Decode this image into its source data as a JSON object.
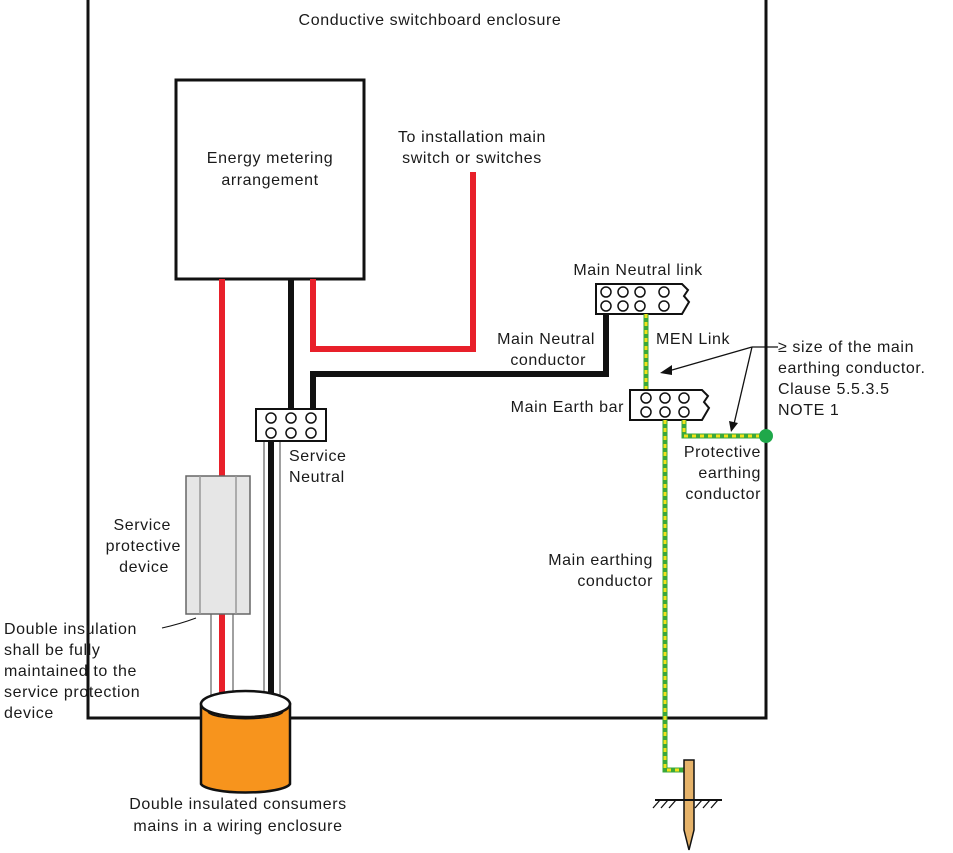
{
  "labels": {
    "enclosure": "Conductive switchboard enclosure",
    "metering_line1": "Energy metering",
    "metering_line2": "arrangement",
    "to_main_line1": "To installation main",
    "to_main_line2": "switch or switches",
    "main_neutral_link": "Main Neutral link",
    "main_neutral_conductor_line1": "Main Neutral",
    "main_neutral_conductor_line2": "conductor",
    "men_link": "MEN Link",
    "size_note_line1": "≥ size of the main",
    "size_note_line2": "earthing conductor.",
    "size_note_line3": "Clause 5.5.3.5",
    "size_note_line4": "NOTE 1",
    "main_earth_bar": "Main Earth bar",
    "service_neutral_line1": "Service",
    "service_neutral_line2": "Neutral",
    "protective_line1": "Protective",
    "protective_line2": "earthing",
    "protective_line3": "conductor",
    "service_protective_line1": "Service",
    "service_protective_line2": "protective",
    "service_protective_line3": "device",
    "main_earthing_line1": "Main earthing",
    "main_earthing_line2": "conductor",
    "double_insulation_line1": "Double insulation",
    "double_insulation_line2": "shall be fully",
    "double_insulation_line3": "maintained to the",
    "double_insulation_line4": "service protection",
    "double_insulation_line5": "device",
    "consumers_mains_line1": "Double insulated consumers",
    "consumers_mains_line2": "mains in a wiring enclosure"
  },
  "colors": {
    "active": "#e8202a",
    "neutral": "#111111",
    "earth_green": "#3aa83a",
    "earth_yellow": "#f2e21a",
    "conduit": "#f7941d",
    "earth_stake": "#e6b36a",
    "device_fill": "#e6e6e6"
  }
}
